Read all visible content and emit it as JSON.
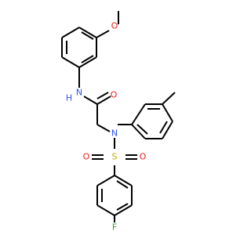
{
  "molecule": {
    "atoms": {
      "O_methoxy": {
        "label": "O",
        "color": "#e8201e"
      },
      "N_amide": {
        "label": "N",
        "color": "#3050f8"
      },
      "H_amide": {
        "label": "H",
        "color": "#3050f8"
      },
      "O_carbonyl": {
        "label": "O",
        "color": "#e8201e"
      },
      "N_sulfonamide": {
        "label": "N",
        "color": "#3050f8"
      },
      "S": {
        "label": "S",
        "color": "#c8a800"
      },
      "O_sulfonyl_left": {
        "label": "O",
        "color": "#e8201e"
      },
      "O_sulfonyl_right": {
        "label": "O",
        "color": "#e8201e"
      },
      "F": {
        "label": "F",
        "color": "#2fa52f"
      }
    }
  }
}
